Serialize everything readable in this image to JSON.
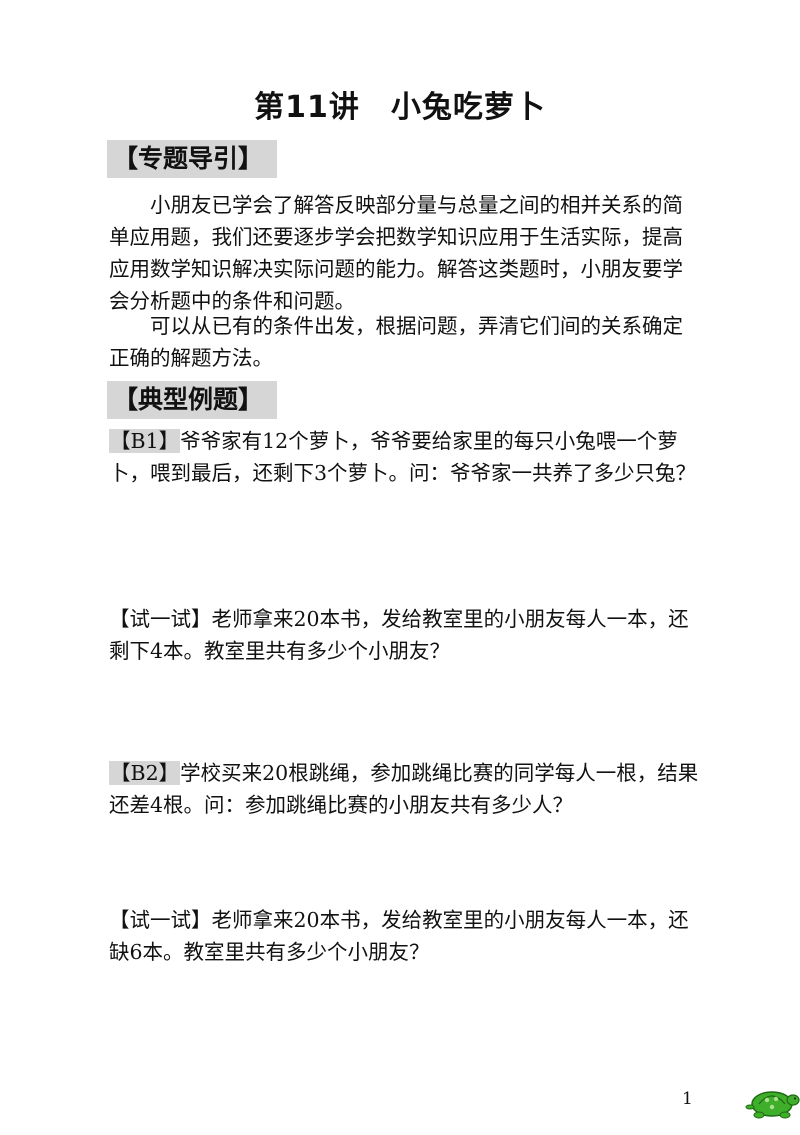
{
  "page": {
    "title": "第11讲　小兔吃萝卜",
    "page_number": "1"
  },
  "sections": {
    "intro": {
      "heading": "【专题导引】",
      "paragraph1": "小朋友已学会了解答反映部分量与总量之间的相并关系的简单应用题，我们还要逐步学会把数学知识应用于生活实际，提高应用数学知识解决实际问题的能力。解答这类题时，小朋友要学会分析题中的条件和问题。",
      "paragraph2": "可以从已有的条件出发，根据问题，弄清它们间的关系确定正确的解题方法。"
    },
    "examples": {
      "heading": "【典型例题】",
      "b1_tag": "【B1】",
      "b1_text": "爷爷家有12个萝卜，爷爷要给家里的每只小兔喂一个萝卜，喂到最后，还剩下3个萝卜。问：爷爷家一共养了多少只兔？",
      "try1_tag": "【试一试】",
      "try1_text": "老师拿来20本书，发给教室里的小朋友每人一本，还剩下4本。教室里共有多少个小朋友？",
      "b2_tag": "【B2】",
      "b2_text": "学校买来20根跳绳，参加跳绳比赛的同学每人一根，结果还差4根。问：参加跳绳比赛的小朋友共有多少人？",
      "try2_tag": "【试一试】",
      "try2_text": "老师拿来20本书，发给教室里的小朋友每人一本，还缺6本。教室里共有多少个小朋友？"
    }
  },
  "colors": {
    "heading_bg": "#d6d6d6",
    "turtle_green": "#3fae2a",
    "turtle_dark": "#1f6b14"
  },
  "icons": {
    "corner": "turtle-icon"
  }
}
